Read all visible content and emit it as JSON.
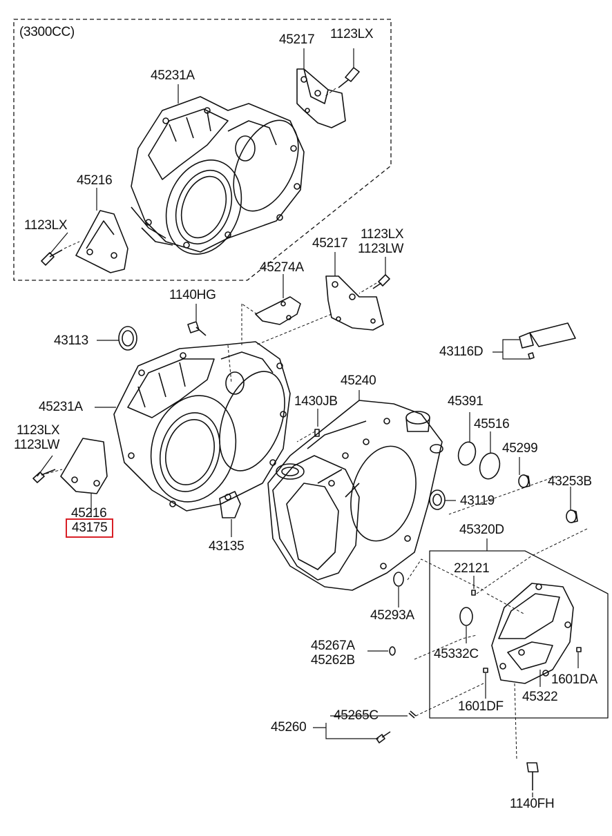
{
  "variant_note": "(3300CC)",
  "highlight_color": "#d81f26",
  "labels": {
    "p45217_top": "45217",
    "p1123LX_top": "1123LX",
    "p45231A_top": "45231A",
    "p45216_top": "45216",
    "p1123LX_left_top": "1123LX",
    "p45217_mid": "45217",
    "p1123LX_mid": "1123LX",
    "p1123LW_mid": "1123LW",
    "p45274A": "45274A",
    "p1140HG": "1140HG",
    "p43113": "43113",
    "p43116D": "43116D",
    "p45240": "45240",
    "p45231A_mid": "45231A",
    "p1430JB": "1430JB",
    "p45391": "45391",
    "p45516": "45516",
    "p45299": "45299",
    "p1123LX_left_mid": "1123LX",
    "p1123LW_left_mid": "1123LW",
    "p43253B": "43253B",
    "p43119": "43119",
    "p45216_mid": "45216",
    "p43175": "43175",
    "p45320D": "45320D",
    "p43135": "43135",
    "p22121": "22121",
    "p45293A": "45293A",
    "p45267A": "45267A",
    "p45262B": "45262B",
    "p45332C": "45332C",
    "p1601DA": "1601DA",
    "p45322": "45322",
    "p1601DF": "1601DF",
    "p45265C": "45265C",
    "p45260": "45260",
    "p1140FH": "1140FH"
  }
}
